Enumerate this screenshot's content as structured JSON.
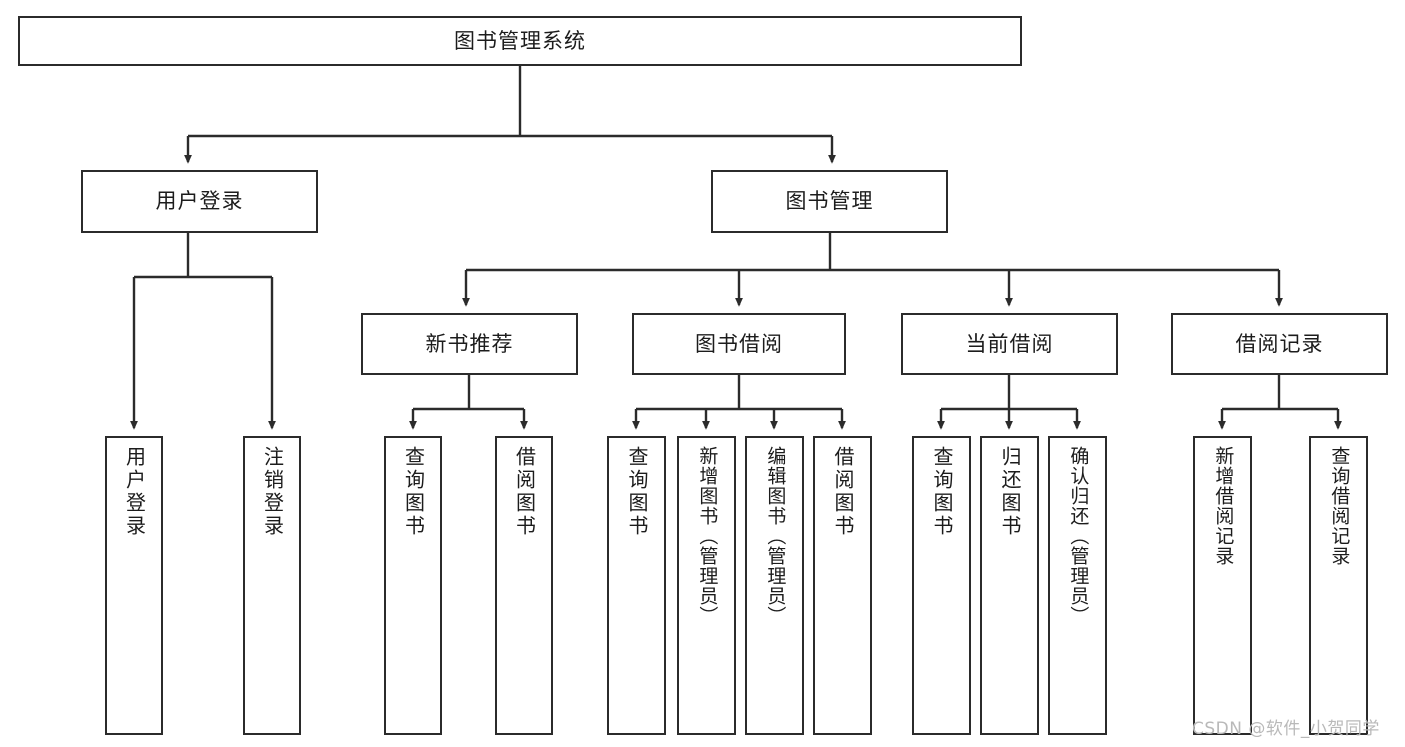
{
  "diagram": {
    "title": "图书管理系统",
    "type": "tree",
    "colors": {
      "box_border": "#2b2b2b",
      "box_fill": "#ffffff",
      "edge": "#2b2b2b",
      "text": "#1c1c1c",
      "watermark": "#b9b9b9",
      "background": "#ffffff"
    },
    "root": {
      "label": "图书管理系统"
    },
    "level2": [
      {
        "label": "用户登录"
      },
      {
        "label": "图书管理"
      }
    ],
    "level3": [
      {
        "label": "新书推荐"
      },
      {
        "label": "图书借阅"
      },
      {
        "label": "当前借阅"
      },
      {
        "label": "借阅记录"
      }
    ],
    "leaves": {
      "user_login": [
        {
          "label": "用户登录"
        },
        {
          "label": "注销登录"
        }
      ],
      "new_book_recommend": [
        {
          "label": "查询图书"
        },
        {
          "label": "借阅图书"
        }
      ],
      "book_borrow": [
        {
          "label": "查询图书"
        },
        {
          "label": "新增图书（管理员）"
        },
        {
          "label": "编辑图书（管理员）"
        },
        {
          "label": "借阅图书"
        }
      ],
      "current_borrow": [
        {
          "label": "查询图书"
        },
        {
          "label": "归还图书"
        },
        {
          "label": "确认归还（管理员）"
        }
      ],
      "borrow_record": [
        {
          "label": "新增借阅记录"
        },
        {
          "label": "查询借阅记录"
        }
      ]
    }
  },
  "watermark": {
    "text": "CSDN @软件_小贺同学"
  }
}
